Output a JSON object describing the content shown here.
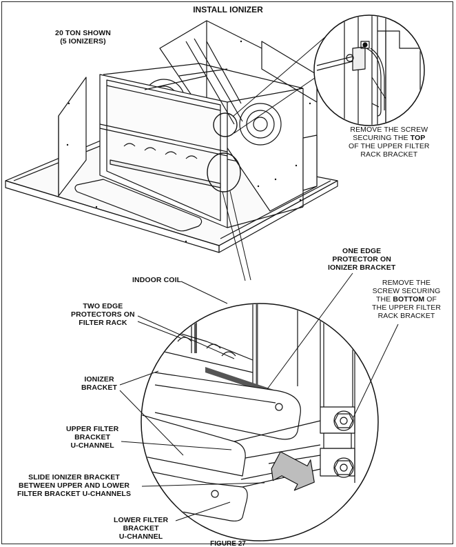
{
  "title": "INSTALL IONIZER",
  "figure_caption": "FIGURE 27",
  "labels": {
    "ton_shown_1": "20 TON SHOWN",
    "ton_shown_2": "(5 IONIZERS)",
    "remove_top_1": "REMOVE THE SCREW",
    "remove_top_2": "SECURING THE ",
    "remove_top_2b": "TOP",
    "remove_top_3": "OF THE UPPER FILTER",
    "remove_top_4": "RACK BRACKET",
    "one_edge_1": "ONE EDGE",
    "one_edge_2": "PROTECTOR ON",
    "one_edge_3": "IONIZER BRACKET",
    "indoor_coil": "INDOOR COIL",
    "remove_bottom_1": "REMOVE THE",
    "remove_bottom_2": "SCREW SECURING",
    "remove_bottom_3a": "THE ",
    "remove_bottom_3b": "BOTTOM",
    "remove_bottom_3c": " OF",
    "remove_bottom_4": "THE UPPER FILTER",
    "remove_bottom_5": "RACK BRACKET",
    "two_edge_1": "TWO EDGE",
    "two_edge_2": "PROTECTORS ON",
    "two_edge_3": "FILTER RACK",
    "ionizer_bracket_1": "IONIZER",
    "ionizer_bracket_2": "BRACKET",
    "upper_filter_1": "UPPER FILTER",
    "upper_filter_2": "BRACKET",
    "upper_filter_3": "U-CHANNEL",
    "slide_1": "SLIDE IONIZER BRACKET",
    "slide_2": "BETWEEN UPPER AND LOWER",
    "slide_3": "FILTER BRACKET U-CHANNELS",
    "lower_filter_1": "LOWER FILTER",
    "lower_filter_2": "BRACKET",
    "lower_filter_3": "U-CHANNEL"
  },
  "colors": {
    "line": "#111111",
    "edge_protector": "#555555",
    "arrow_fill": "#bdbdbd"
  }
}
